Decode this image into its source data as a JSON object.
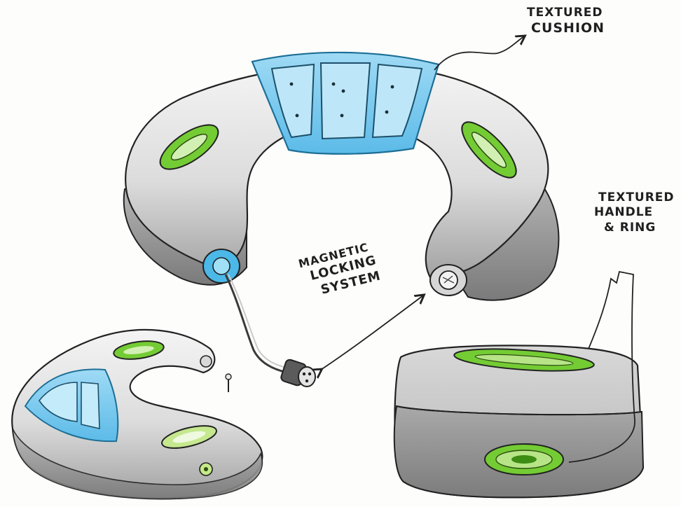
{
  "annotations": {
    "textured_cushion": [
      "TEXTURED",
      "CUSHION"
    ],
    "textured_handle_ring": [
      "TEXTURED",
      "HANDLE",
      "& RING"
    ],
    "magnetic_locking": [
      "MAGNETIC",
      "LOCKING",
      "SYSTEM"
    ]
  },
  "colors": {
    "body_light": "#e6e6e6",
    "body_shadow": "#8e8e8e",
    "accent_green": "#6fc52c",
    "accent_blue": "#63c7ee",
    "outline": "#222222"
  }
}
